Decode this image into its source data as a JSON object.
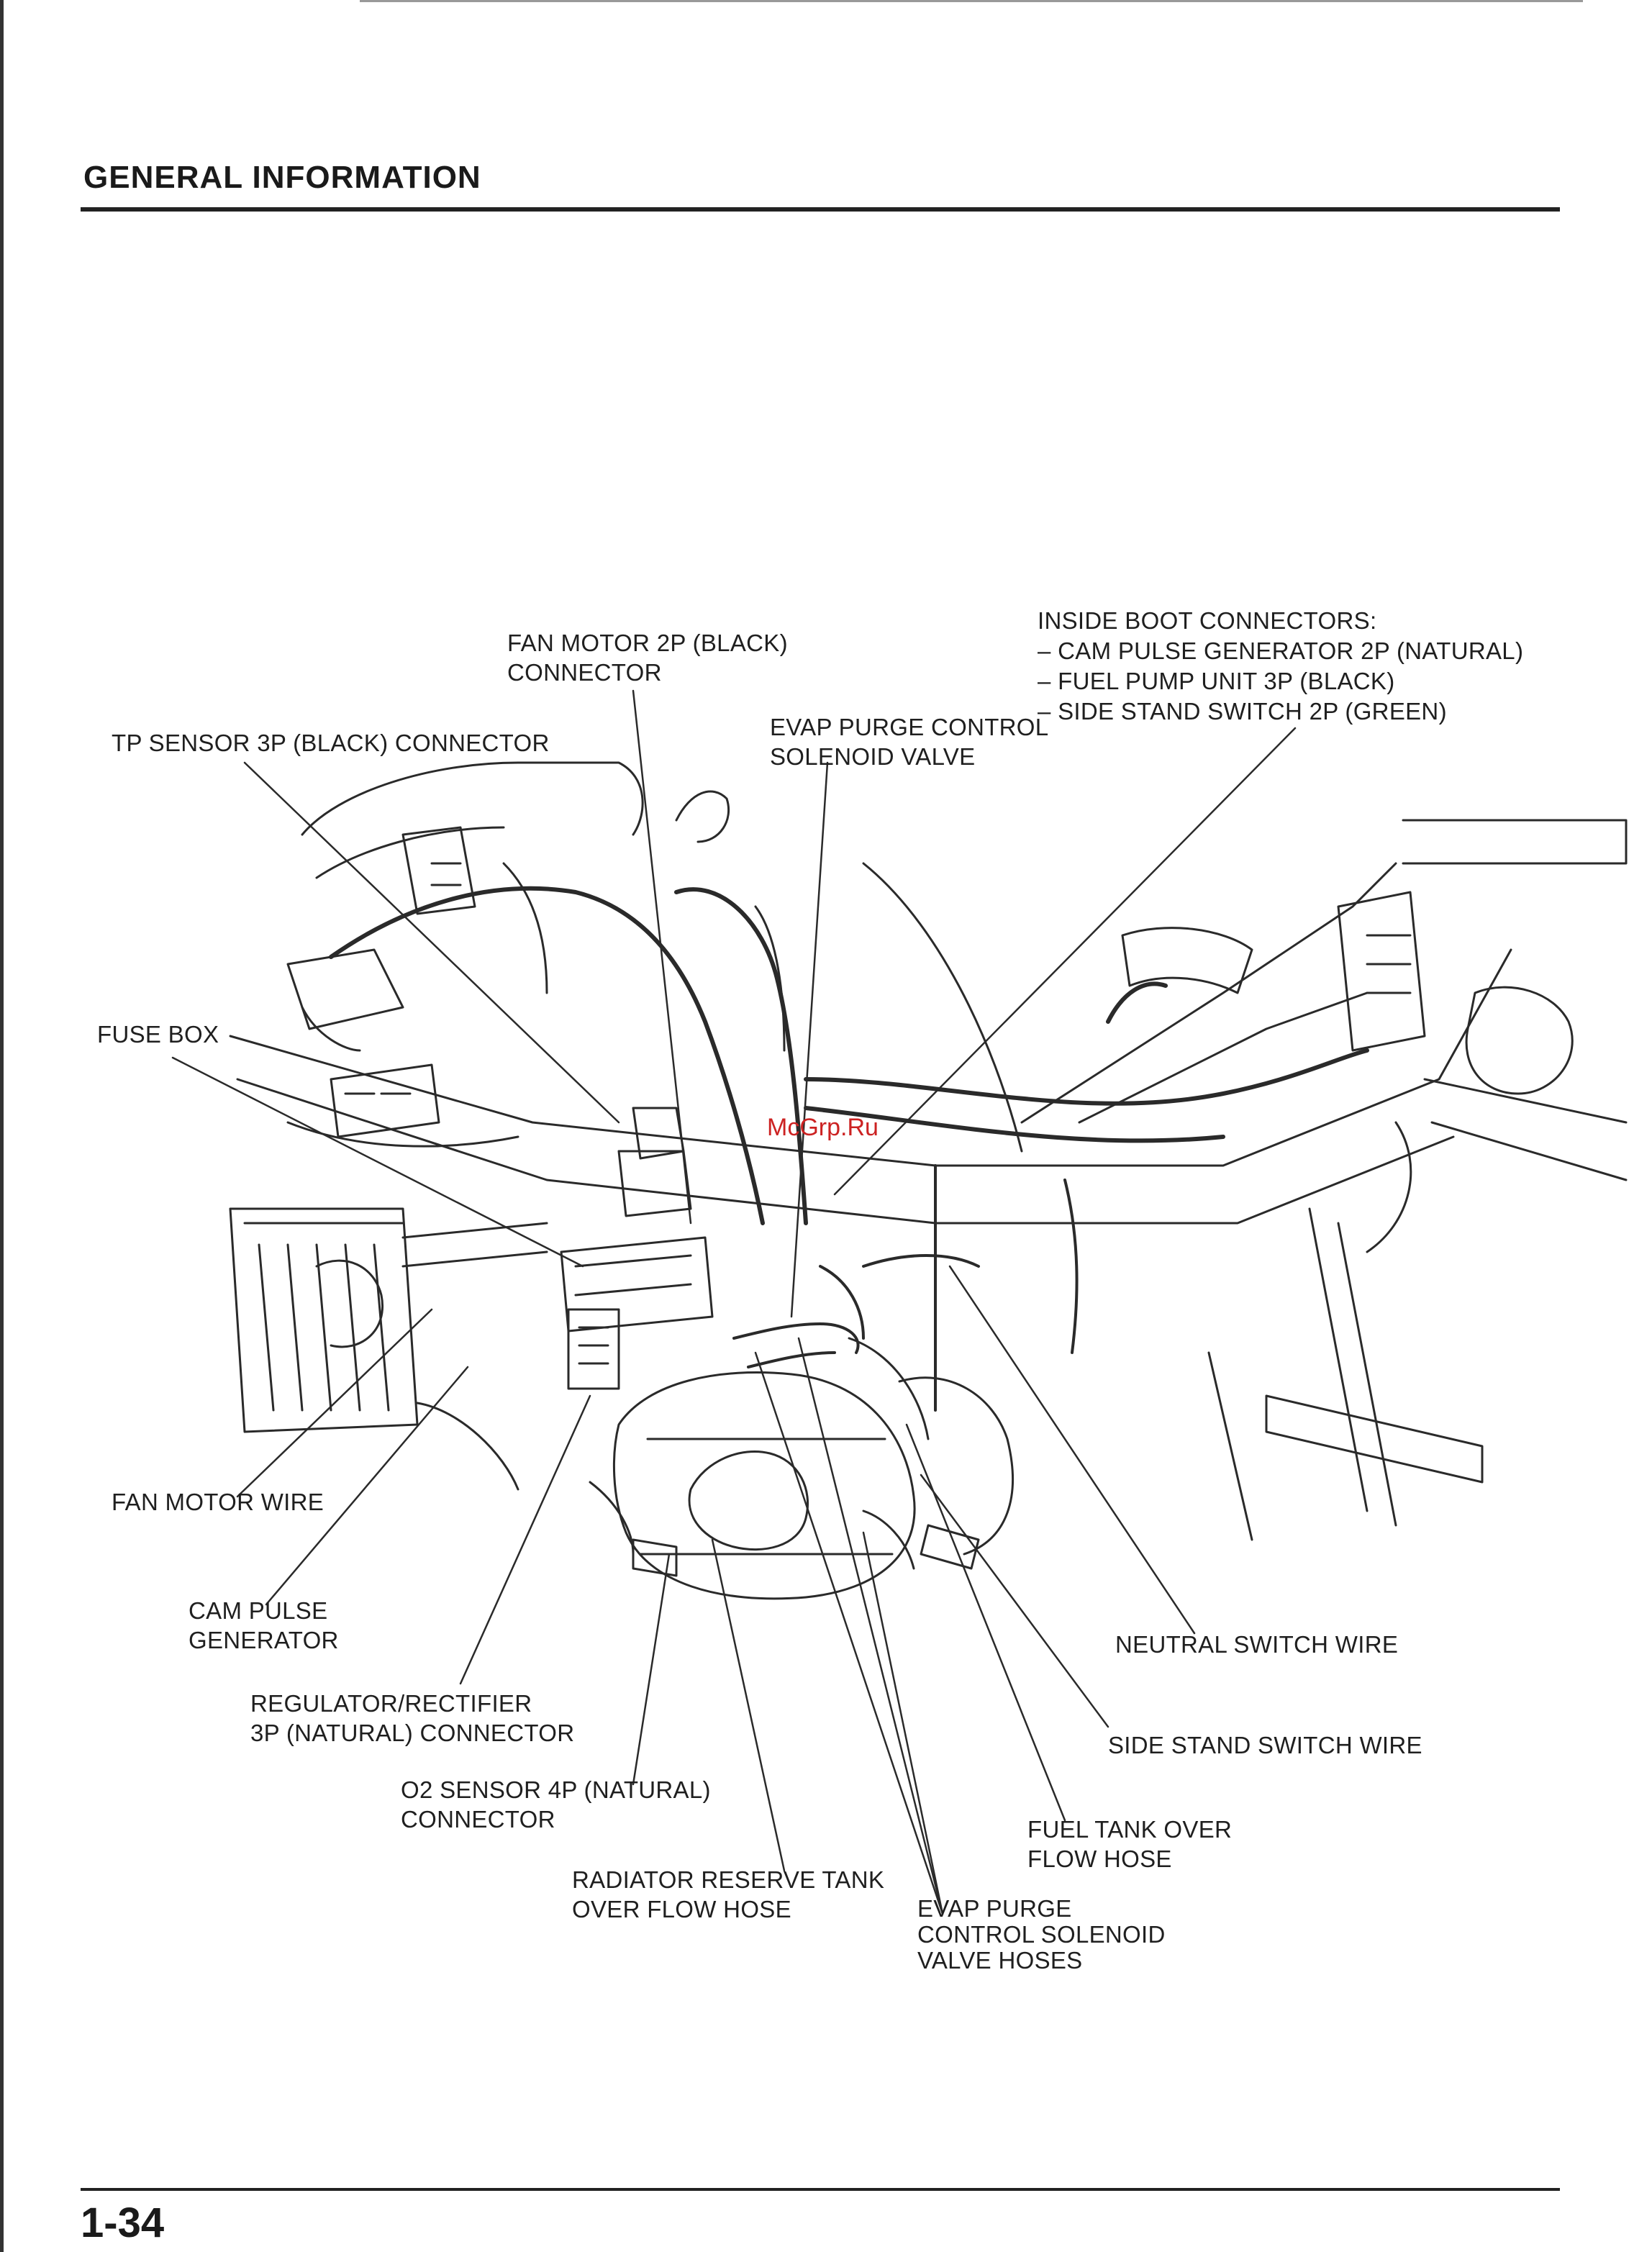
{
  "header": {
    "title": "GENERAL INFORMATION"
  },
  "footer": {
    "page_number": "1-34"
  },
  "watermark": "McGrp.Ru",
  "labels": {
    "fan_motor_connector": "FAN MOTOR 2P (BLACK)\nCONNECTOR",
    "inside_boot_title": "INSIDE BOOT CONNECTORS:",
    "inside_boot_item_1": "– CAM PULSE GENERATOR 2P (NATURAL)",
    "inside_boot_item_2": "– FUEL PUMP UNIT 3P (BLACK)",
    "inside_boot_item_3": "– SIDE STAND SWITCH 2P (GREEN)",
    "evap_purge_valve": "EVAP PURGE CONTROL\nSOLENOID VALVE",
    "tp_sensor_connector": "TP SENSOR 3P (BLACK) CONNECTOR",
    "fuse_box": "FUSE BOX",
    "fan_motor_wire": "FAN MOTOR WIRE",
    "cam_pulse_generator": "CAM PULSE\nGENERATOR",
    "regulator_rectifier": "REGULATOR/RECTIFIER\n3P (NATURAL) CONNECTOR",
    "o2_sensor": "O2 SENSOR 4P (NATURAL)\nCONNECTOR",
    "radiator_reserve_tank": "RADIATOR RESERVE TANK\nOVER FLOW HOSE",
    "evap_purge_hoses": "EVAP PURGE\nCONTROL SOLENOID\nVALVE HOSES",
    "fuel_tank_overflow": "FUEL TANK OVER\nFLOW HOSE",
    "side_stand_switch_wire": "SIDE STAND SWITCH WIRE",
    "neutral_switch_wire": "NEUTRAL SWITCH WIRE"
  }
}
